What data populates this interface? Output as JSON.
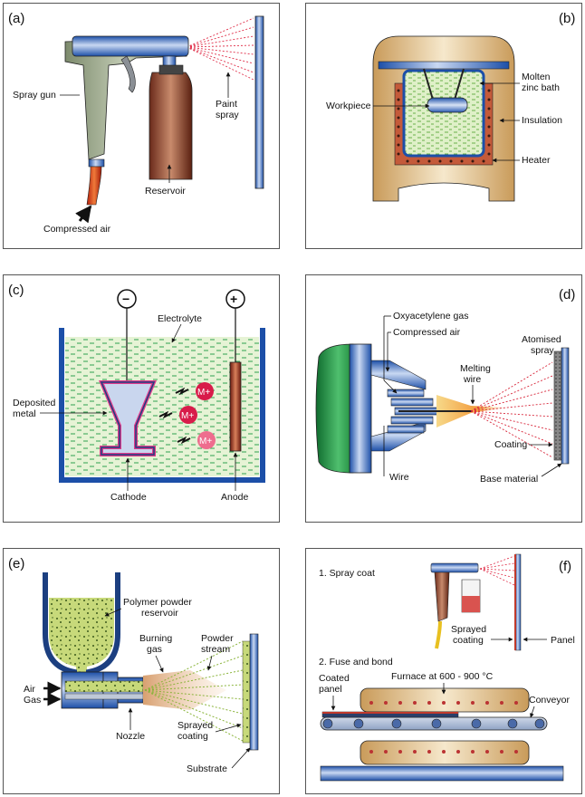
{
  "panels": {
    "a": {
      "tag": "(a)",
      "labels": {
        "spray_gun": "Spray gun",
        "paint": "Paint",
        "spray": "spray",
        "reservoir": "Reservoir",
        "compressed_air": "Compressed air"
      }
    },
    "b": {
      "tag": "(b)",
      "labels": {
        "molten": "Molten",
        "zinc_bath": "zinc bath",
        "workpiece": "Workpiece",
        "insulation": "Insulation",
        "heater": "Heater"
      }
    },
    "c": {
      "tag": "(c)",
      "labels": {
        "electrolyte": "Electrolyte",
        "deposited": "Deposited",
        "metal": "metal",
        "cathode": "Cathode",
        "anode": "Anode",
        "ion": "M+",
        "minus": "−",
        "plus": "+"
      }
    },
    "d": {
      "tag": "(d)",
      "labels": {
        "oxyacetylene": "Oxyacetylene gas",
        "compressed_air": "Compressed air",
        "atomised": "Atomised",
        "spray": "spray",
        "melting": "Melting",
        "wire_lbl": "wire",
        "coating": "Coating",
        "wire": "Wire",
        "base_material": "Base material"
      }
    },
    "e": {
      "tag": "(e)",
      "labels": {
        "polymer1": "Polymer powder",
        "polymer2": "reservoir",
        "burning": "Burning",
        "gas": "gas",
        "powder": "Powder",
        "stream": "stream",
        "air": "Air",
        "gas2": "Gas",
        "nozzle": "Nozzle",
        "sprayed": "Sprayed",
        "coating": "coating",
        "substrate": "Substrate"
      }
    },
    "f": {
      "tag": "(f)",
      "labels": {
        "step1": "1. Spray coat",
        "sprayed": "Sprayed",
        "coating": "coating",
        "panel": "Panel",
        "step2": "2. Fuse and bond",
        "coated": "Coated",
        "panel2": "panel",
        "furnace": "Furnace at 600 - 900 °C",
        "conveyor": "Conveyor"
      }
    }
  }
}
